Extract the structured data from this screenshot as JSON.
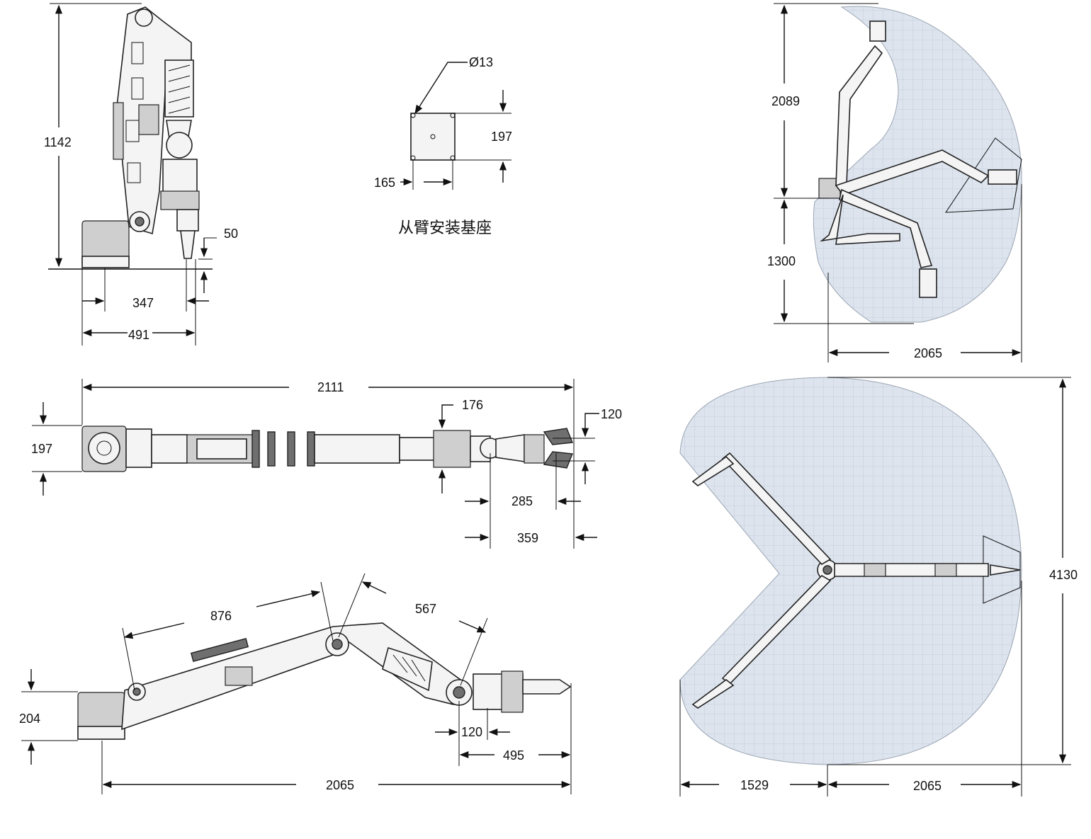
{
  "labels": {
    "side_height": "1142",
    "side_tool_offset": "50",
    "side_base_width": "347",
    "side_total_width": "491",
    "mount_hole": "Ø13",
    "mount_height": "197",
    "mount_width": "165",
    "mount_caption": "从臂安装基座",
    "reach_upper": "2089",
    "reach_lower": "1300",
    "reach_radius_top": "2065",
    "top_length": "2111",
    "top_width": "197",
    "top_joint_width": "176",
    "top_tool_width": "120",
    "top_tool_offset": "285",
    "top_tool_length": "359",
    "arm_upper_len": "876",
    "arm_fore_len": "567",
    "arm_base_height": "204",
    "arm_wrist": "120",
    "arm_tool": "495",
    "arm_total": "2065",
    "plan_height": "4130",
    "plan_back": "1529",
    "plan_front": "2065"
  },
  "colors": {
    "line": "#111111",
    "zone_fill": "#dde4ee",
    "zone_grid": "#b8c4d4"
  }
}
